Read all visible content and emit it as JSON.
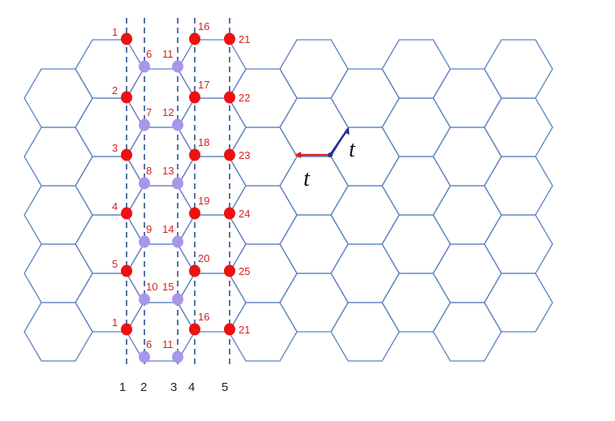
{
  "colors": {
    "lattice": "#5b82c0",
    "site_red": "#ee1111",
    "site_purple": "#a796ea",
    "dashed_line": "#2e4f8f",
    "label_red": "#d81f1f",
    "arrow_red": "#e01b1b",
    "arrow_blue": "#2a2a9a"
  },
  "site_columns": [
    {
      "column": 1,
      "color": "red",
      "labels": [
        "1",
        "2",
        "3",
        "4",
        "5",
        "1"
      ]
    },
    {
      "column": 2,
      "color": "purple",
      "labels": [
        "6",
        "7",
        "8",
        "9",
        "10",
        "6"
      ]
    },
    {
      "column": 3,
      "color": "purple",
      "labels": [
        "11",
        "12",
        "13",
        "14",
        "15",
        "11"
      ]
    },
    {
      "column": 4,
      "color": "red",
      "labels": [
        "16",
        "17",
        "18",
        "19",
        "20",
        "16"
      ]
    },
    {
      "column": 5,
      "color": "red",
      "labels": [
        "21",
        "22",
        "23",
        "24",
        "25",
        "21"
      ]
    }
  ],
  "column_labels": [
    "1",
    "2",
    "3",
    "4",
    "5"
  ],
  "hopping": {
    "horizontal_label": "t",
    "diagonal_label": "t"
  }
}
